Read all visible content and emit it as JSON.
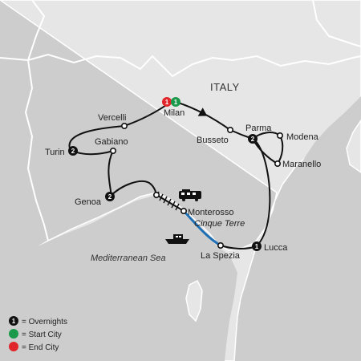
{
  "map": {
    "country_label": "ITALY",
    "sea_label": "Mediterranean Sea",
    "region_label": "Cinque Terre",
    "cities": {
      "milan": "Milan",
      "vercelli": "Vercelli",
      "turin": "Turin",
      "gabiano": "Gabiano",
      "genoa": "Genoa",
      "monterosso": "Monterosso",
      "la_spezia": "La Spezia",
      "lucca": "Lucca",
      "parma": "Parma",
      "modena": "Modena",
      "maranello": "Maranello",
      "busseto": "Busseto"
    },
    "overnights": {
      "milan_end": "1",
      "milan_start": "1",
      "turin": "2",
      "genoa": "2",
      "parma": "2",
      "lucca": "1"
    },
    "colors": {
      "land": "#e6e6e6",
      "sea": "#cdcdcd",
      "route": "#111111",
      "boat_route": "#1f6fb5",
      "start": "#1a9a4a",
      "end": "#e0262b",
      "overnight": "#111111"
    }
  },
  "legend": {
    "overnights_num": "1",
    "overnights": "= Overnights",
    "start_city": "= Start City",
    "end_city": "= End City"
  }
}
